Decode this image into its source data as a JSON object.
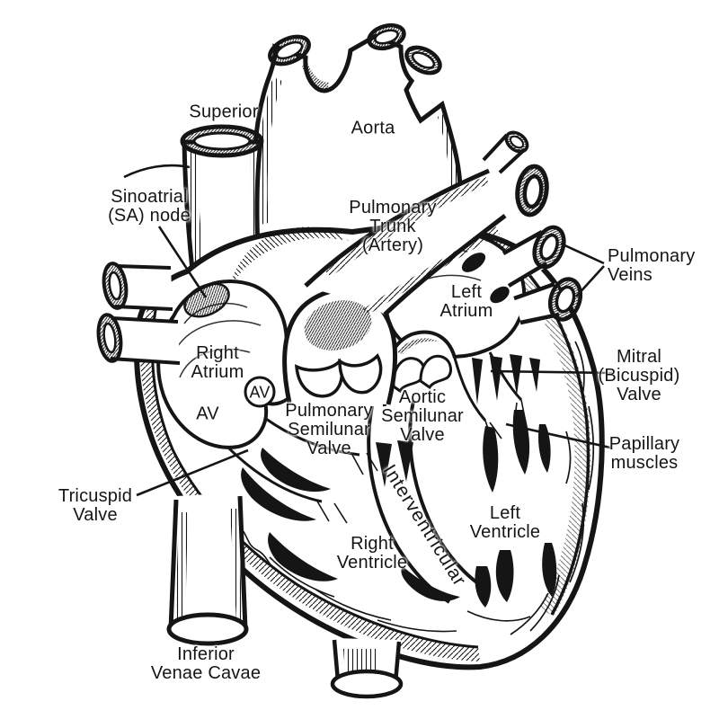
{
  "figure": {
    "title": "Human heart anatomy cross-section illustration",
    "style": "black and white pen-and-ink line drawing",
    "ink_color": "#151515",
    "background_color": "#ffffff"
  },
  "labels": {
    "superior": "Superior",
    "aorta": "Aorta",
    "sinoatrial_node": "Sinoatrial\n(SA) node",
    "pulmonary_trunk": "Pulmonary\nTrunk\n(Artery)",
    "pulmonary_veins": "Pulmonary\nVeins",
    "left_atrium": "Left\nAtrium",
    "right_atrium": "Right\nAtrium",
    "av_node_badge": "AV",
    "av": "AV",
    "pulmonary_semilunar_valve": "Pulmonary\nSemilunar\nValve",
    "aortic_semilunar_valve": "Aortic\nSemilunar\nValve",
    "mitral_valve": "Mitral\n(Bicuspid)\nValve",
    "papillary_muscles": "Papillary\nmuscles",
    "tricuspid_valve": "Tricuspid\nValve",
    "interventricular": "Interventricular",
    "left_ventricle": "Left\nVentricle",
    "right_ventricle": "Right\nVentricle",
    "inferior_venae_cavae": "Inferior\nVenae Cavae"
  }
}
